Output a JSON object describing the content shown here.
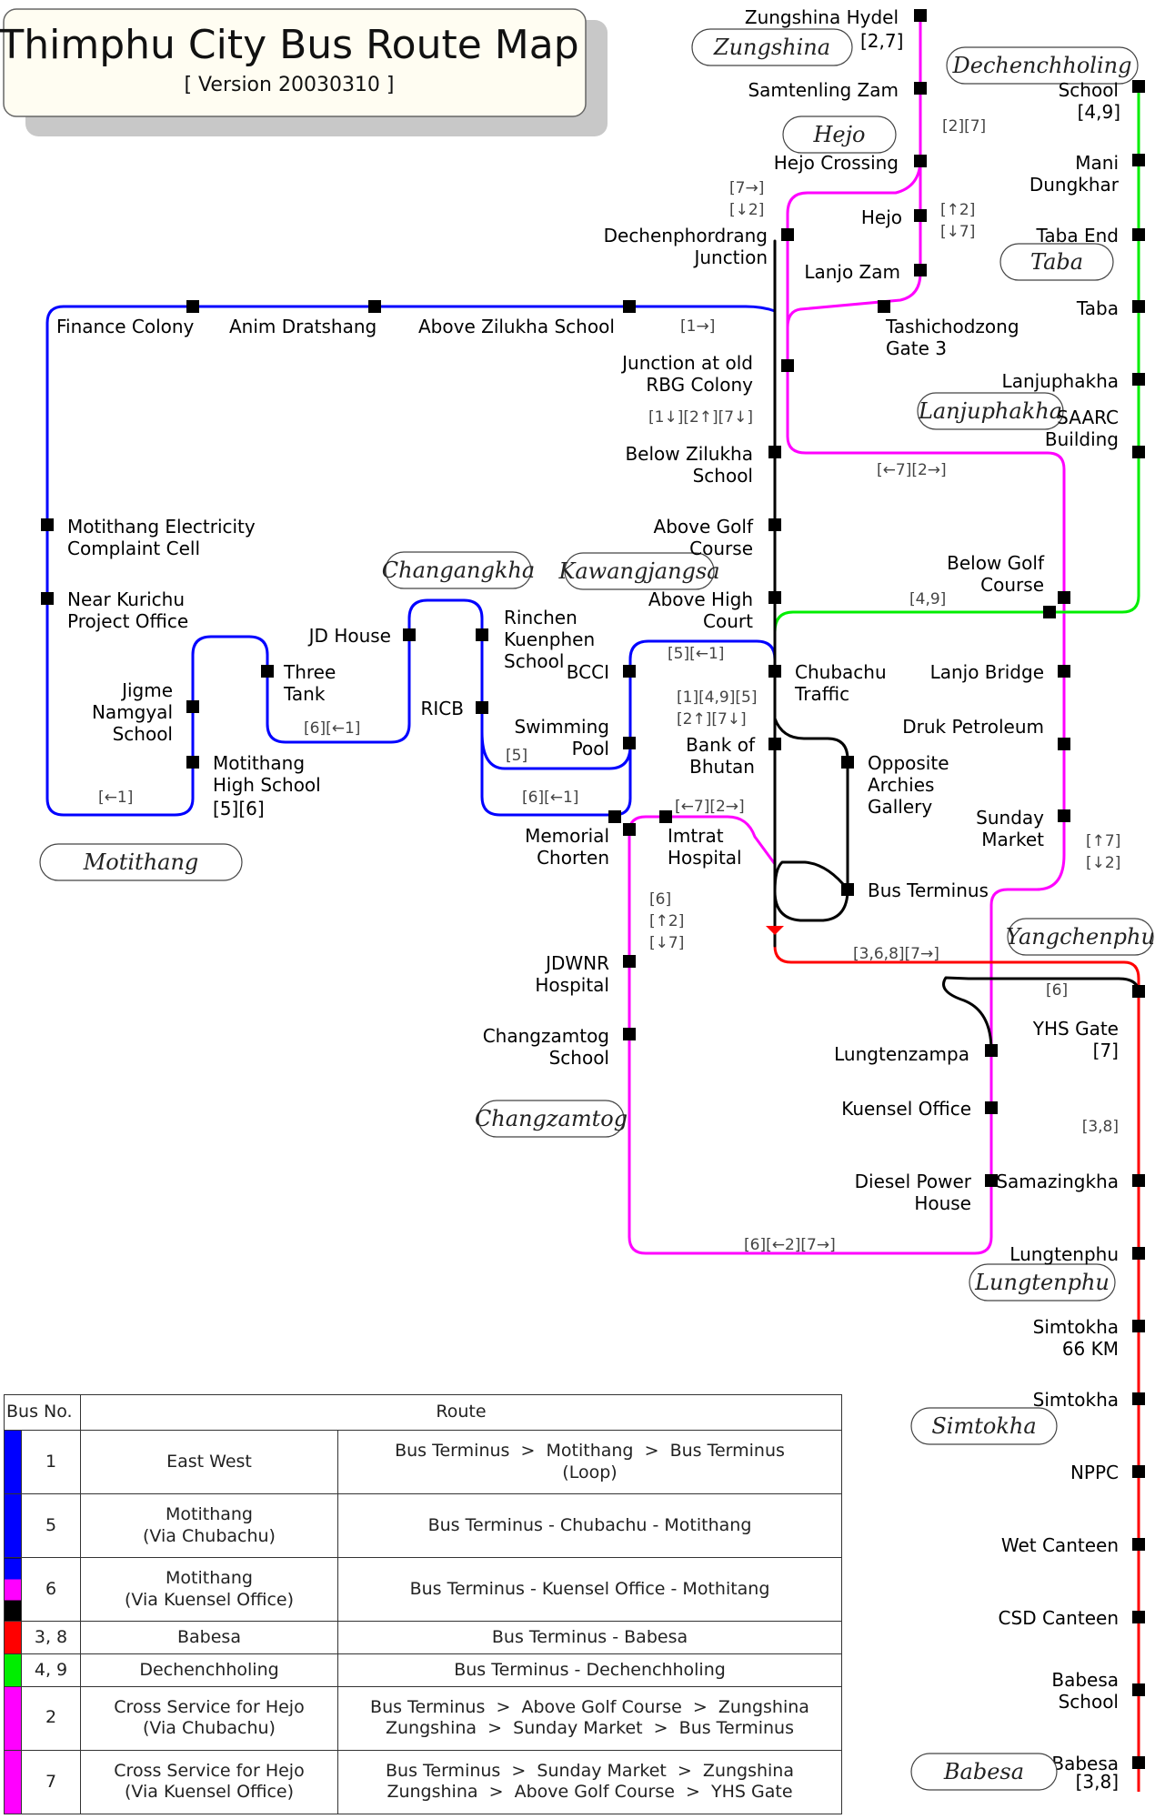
{
  "title": {
    "main": "Thimphu City Bus Route Map",
    "version": "[ Version 20030310 ]"
  },
  "colors": {
    "route_1_5": "#0000ff",
    "route_6": "#ff00ff",
    "route_3_8": "#ff0000",
    "route_4_9": "#00ee00",
    "route_2_7": "#ff00ff",
    "trunk": "#000000",
    "station": "#000000"
  },
  "areas": [
    "Zungshina",
    "Dechenchholing",
    "Hejo",
    "Taba",
    "Lanjuphakha",
    "Changangkha",
    "Kawangjangsa",
    "Motithang",
    "Yangchenphu",
    "Changzamtog",
    "Lungtenphu",
    "Simtokha",
    "Babesa"
  ],
  "stops": [
    {
      "id": "zungshina-hydel",
      "lines": [
        "Zungshina Hydel"
      ]
    },
    {
      "id": "samtenling-zam",
      "lines": [
        "Samtenling Zam"
      ]
    },
    {
      "id": "hejo-crossing",
      "lines": [
        "Hejo Crossing"
      ]
    },
    {
      "id": "hejo",
      "lines": [
        "Hejo"
      ]
    },
    {
      "id": "lanjo-zam",
      "lines": [
        "Lanjo Zam"
      ]
    },
    {
      "id": "dechenphordrang-junction",
      "lines": [
        "Dechenphordrang",
        "Junction"
      ]
    },
    {
      "id": "tashichodzong-gate-3",
      "lines": [
        "Tashichodzong",
        "Gate 3"
      ]
    },
    {
      "id": "dechenchholing-school",
      "lines": [
        "School"
      ]
    },
    {
      "id": "mani-dungkhar",
      "lines": [
        "Mani",
        "Dungkhar"
      ]
    },
    {
      "id": "taba-end",
      "lines": [
        "Taba End"
      ]
    },
    {
      "id": "taba",
      "lines": [
        "Taba"
      ]
    },
    {
      "id": "lanjuphakha",
      "lines": [
        "Lanjuphakha"
      ]
    },
    {
      "id": "saarc-building",
      "lines": [
        "SAARC",
        "Building"
      ]
    },
    {
      "id": "finance-colony",
      "lines": [
        "Finance Colony"
      ]
    },
    {
      "id": "anim-dratshang",
      "lines": [
        "Anim Dratshang"
      ]
    },
    {
      "id": "above-zilukha-school",
      "lines": [
        "Above Zilukha School"
      ]
    },
    {
      "id": "junction-rbg-colony",
      "lines": [
        "Junction at old",
        "RBG Colony"
      ]
    },
    {
      "id": "below-zilukha-school",
      "lines": [
        "Below Zilukha",
        "School"
      ]
    },
    {
      "id": "above-golf-course",
      "lines": [
        "Above Golf",
        "Course"
      ]
    },
    {
      "id": "above-high-court",
      "lines": [
        "Above High",
        "Court"
      ]
    },
    {
      "id": "below-golf-course",
      "lines": [
        "Below Golf",
        "Course"
      ]
    },
    {
      "id": "motithang-electricity",
      "lines": [
        "Motithang Electricity",
        "Complaint Cell"
      ]
    },
    {
      "id": "near-kurichu",
      "lines": [
        "Near Kurichu",
        "Project Office"
      ]
    },
    {
      "id": "jd-house",
      "lines": [
        "JD House"
      ]
    },
    {
      "id": "three-tank",
      "lines": [
        "Three",
        "Tank"
      ]
    },
    {
      "id": "jigme-namgyal-school",
      "lines": [
        "Jigme",
        "Namgyal",
        "School"
      ]
    },
    {
      "id": "motithang-high-school",
      "lines": [
        "Motithang",
        "High School"
      ]
    },
    {
      "id": "rinchen-kuenphen-school",
      "lines": [
        "Rinchen",
        "Kuenphen",
        "School"
      ]
    },
    {
      "id": "ricb",
      "lines": [
        "RICB"
      ]
    },
    {
      "id": "bcci",
      "lines": [
        "BCCI"
      ]
    },
    {
      "id": "swimming-pool",
      "lines": [
        "Swimming",
        "Pool"
      ]
    },
    {
      "id": "chubachu-traffic",
      "lines": [
        "Chubachu",
        "Traffic"
      ]
    },
    {
      "id": "bank-of-bhutan",
      "lines": [
        "Bank of",
        "Bhutan"
      ]
    },
    {
      "id": "opposite-archies-gallery",
      "lines": [
        "Opposite",
        "Archies",
        "Gallery"
      ]
    },
    {
      "id": "lanjo-bridge",
      "lines": [
        "Lanjo Bridge"
      ]
    },
    {
      "id": "druk-petroleum",
      "lines": [
        "Druk Petroleum"
      ]
    },
    {
      "id": "sunday-market",
      "lines": [
        "Sunday",
        "Market"
      ]
    },
    {
      "id": "memorial-chorten",
      "lines": [
        "Memorial",
        "Chorten"
      ]
    },
    {
      "id": "imtrat-hospital",
      "lines": [
        "Imtrat",
        "Hospital"
      ]
    },
    {
      "id": "bus-terminus",
      "lines": [
        "Bus Terminus"
      ]
    },
    {
      "id": "jdwnr-hospital",
      "lines": [
        "JDWNR",
        "Hospital"
      ]
    },
    {
      "id": "changzamtog-school",
      "lines": [
        "Changzamtog",
        "School"
      ]
    },
    {
      "id": "yhs-gate",
      "lines": [
        "YHS Gate"
      ]
    },
    {
      "id": "lungtenzampa",
      "lines": [
        "Lungtenzampa"
      ]
    },
    {
      "id": "kuensel-office",
      "lines": [
        "Kuensel Office"
      ]
    },
    {
      "id": "diesel-power-house",
      "lines": [
        "Diesel Power",
        "House"
      ]
    },
    {
      "id": "samazingkha",
      "lines": [
        "Samazingkha"
      ]
    },
    {
      "id": "lungtenphu",
      "lines": [
        "Lungtenphu"
      ]
    },
    {
      "id": "simtokha-66-km",
      "lines": [
        "Simtokha",
        "66 KM"
      ]
    },
    {
      "id": "simtokha",
      "lines": [
        "Simtokha"
      ]
    },
    {
      "id": "nppc",
      "lines": [
        "NPPC"
      ]
    },
    {
      "id": "wet-canteen",
      "lines": [
        "Wet Canteen"
      ]
    },
    {
      "id": "csd-canteen",
      "lines": [
        "CSD Canteen"
      ]
    },
    {
      "id": "babesa-school",
      "lines": [
        "Babesa",
        "School"
      ]
    },
    {
      "id": "babesa",
      "lines": [
        "Babesa"
      ]
    }
  ],
  "route_notes": {
    "zungshina_hydel": "[2,7]",
    "samtenling": "[2][7]",
    "hejo_crossing_a": "[7→]",
    "hejo_crossing_b": "[↓2]",
    "hejo_a": "[↑2]",
    "hejo_b": "[↓7]",
    "dechenchholing": "[4,9]",
    "finance_junction": "[1→]",
    "rbg_colony": "[1↓][2↑][7↓]",
    "lanjuphakha": "[←7][2→]",
    "golf_course": "[4,9]",
    "bcci": "[5][←1]",
    "three_tank": "[6][←1]",
    "chubachu_a": "[1][4,9][5]",
    "chubachu_b": "[2↑][7↓]",
    "swimming_pool": "[5]",
    "motithang_loop": "[←1]",
    "motithang_high": "[5][6]",
    "memorial_chorten": "[6][←1]",
    "imtrat": "[←7][2→]",
    "sunday_market_a": "[↑7]",
    "sunday_market_b": "[↓2]",
    "jdwnr_a": "[6]",
    "jdwnr_b": "[↑2]",
    "jdwnr_c": "[↓7]",
    "terminus_red": "[3,6,8][7→]",
    "yhs_loop": "[6]",
    "yhs_gate": "[7]",
    "samazingkha": "[3,8]",
    "lower_loop": "[6][←2][7→]",
    "babesa": "[3,8]"
  },
  "legend": {
    "headers": {
      "bus": "Bus No.",
      "route": "Route"
    },
    "rows": [
      {
        "colors": [
          "#0000ff"
        ],
        "number": "1",
        "name": [
          "East West"
        ],
        "route": [
          "Bus Terminus  >  Motithang  >  Bus Terminus",
          "(Loop)"
        ]
      },
      {
        "colors": [
          "#0000ff"
        ],
        "number": "5",
        "name": [
          "Motithang",
          "(Via Chubachu)"
        ],
        "route": [
          "Bus Terminus - Chubachu - Motithang"
        ]
      },
      {
        "colors": [
          "#0000ff",
          "#ff00ff",
          "#000000"
        ],
        "number": "6",
        "name": [
          "Motithang",
          "(Via Kuensel Office)"
        ],
        "route": [
          "Bus Terminus - Kuensel Office - Mothitang"
        ]
      },
      {
        "colors": [
          "#ff0000"
        ],
        "number": "3, 8",
        "name": [
          "Babesa"
        ],
        "route": [
          "Bus Terminus - Babesa"
        ]
      },
      {
        "colors": [
          "#00ee00"
        ],
        "number": "4, 9",
        "name": [
          "Dechenchholing"
        ],
        "route": [
          "Bus Terminus - Dechenchholing"
        ]
      },
      {
        "colors": [
          "#ff00ff"
        ],
        "number": "2",
        "name": [
          "Cross Service for Hejo",
          "(Via Chubachu)"
        ],
        "route": [
          "Bus Terminus  >  Above Golf Course  >  Zungshina",
          "Zungshina  >  Sunday Market  >  Bus Terminus"
        ]
      },
      {
        "colors": [
          "#ff00ff"
        ],
        "number": "7",
        "name": [
          "Cross Service for Hejo",
          "(Via Kuensel Office)"
        ],
        "route": [
          "Bus Terminus  >  Sunday Market  >  Zungshina",
          "Zungshina  >  Above Golf Course  >  YHS Gate"
        ]
      }
    ]
  }
}
